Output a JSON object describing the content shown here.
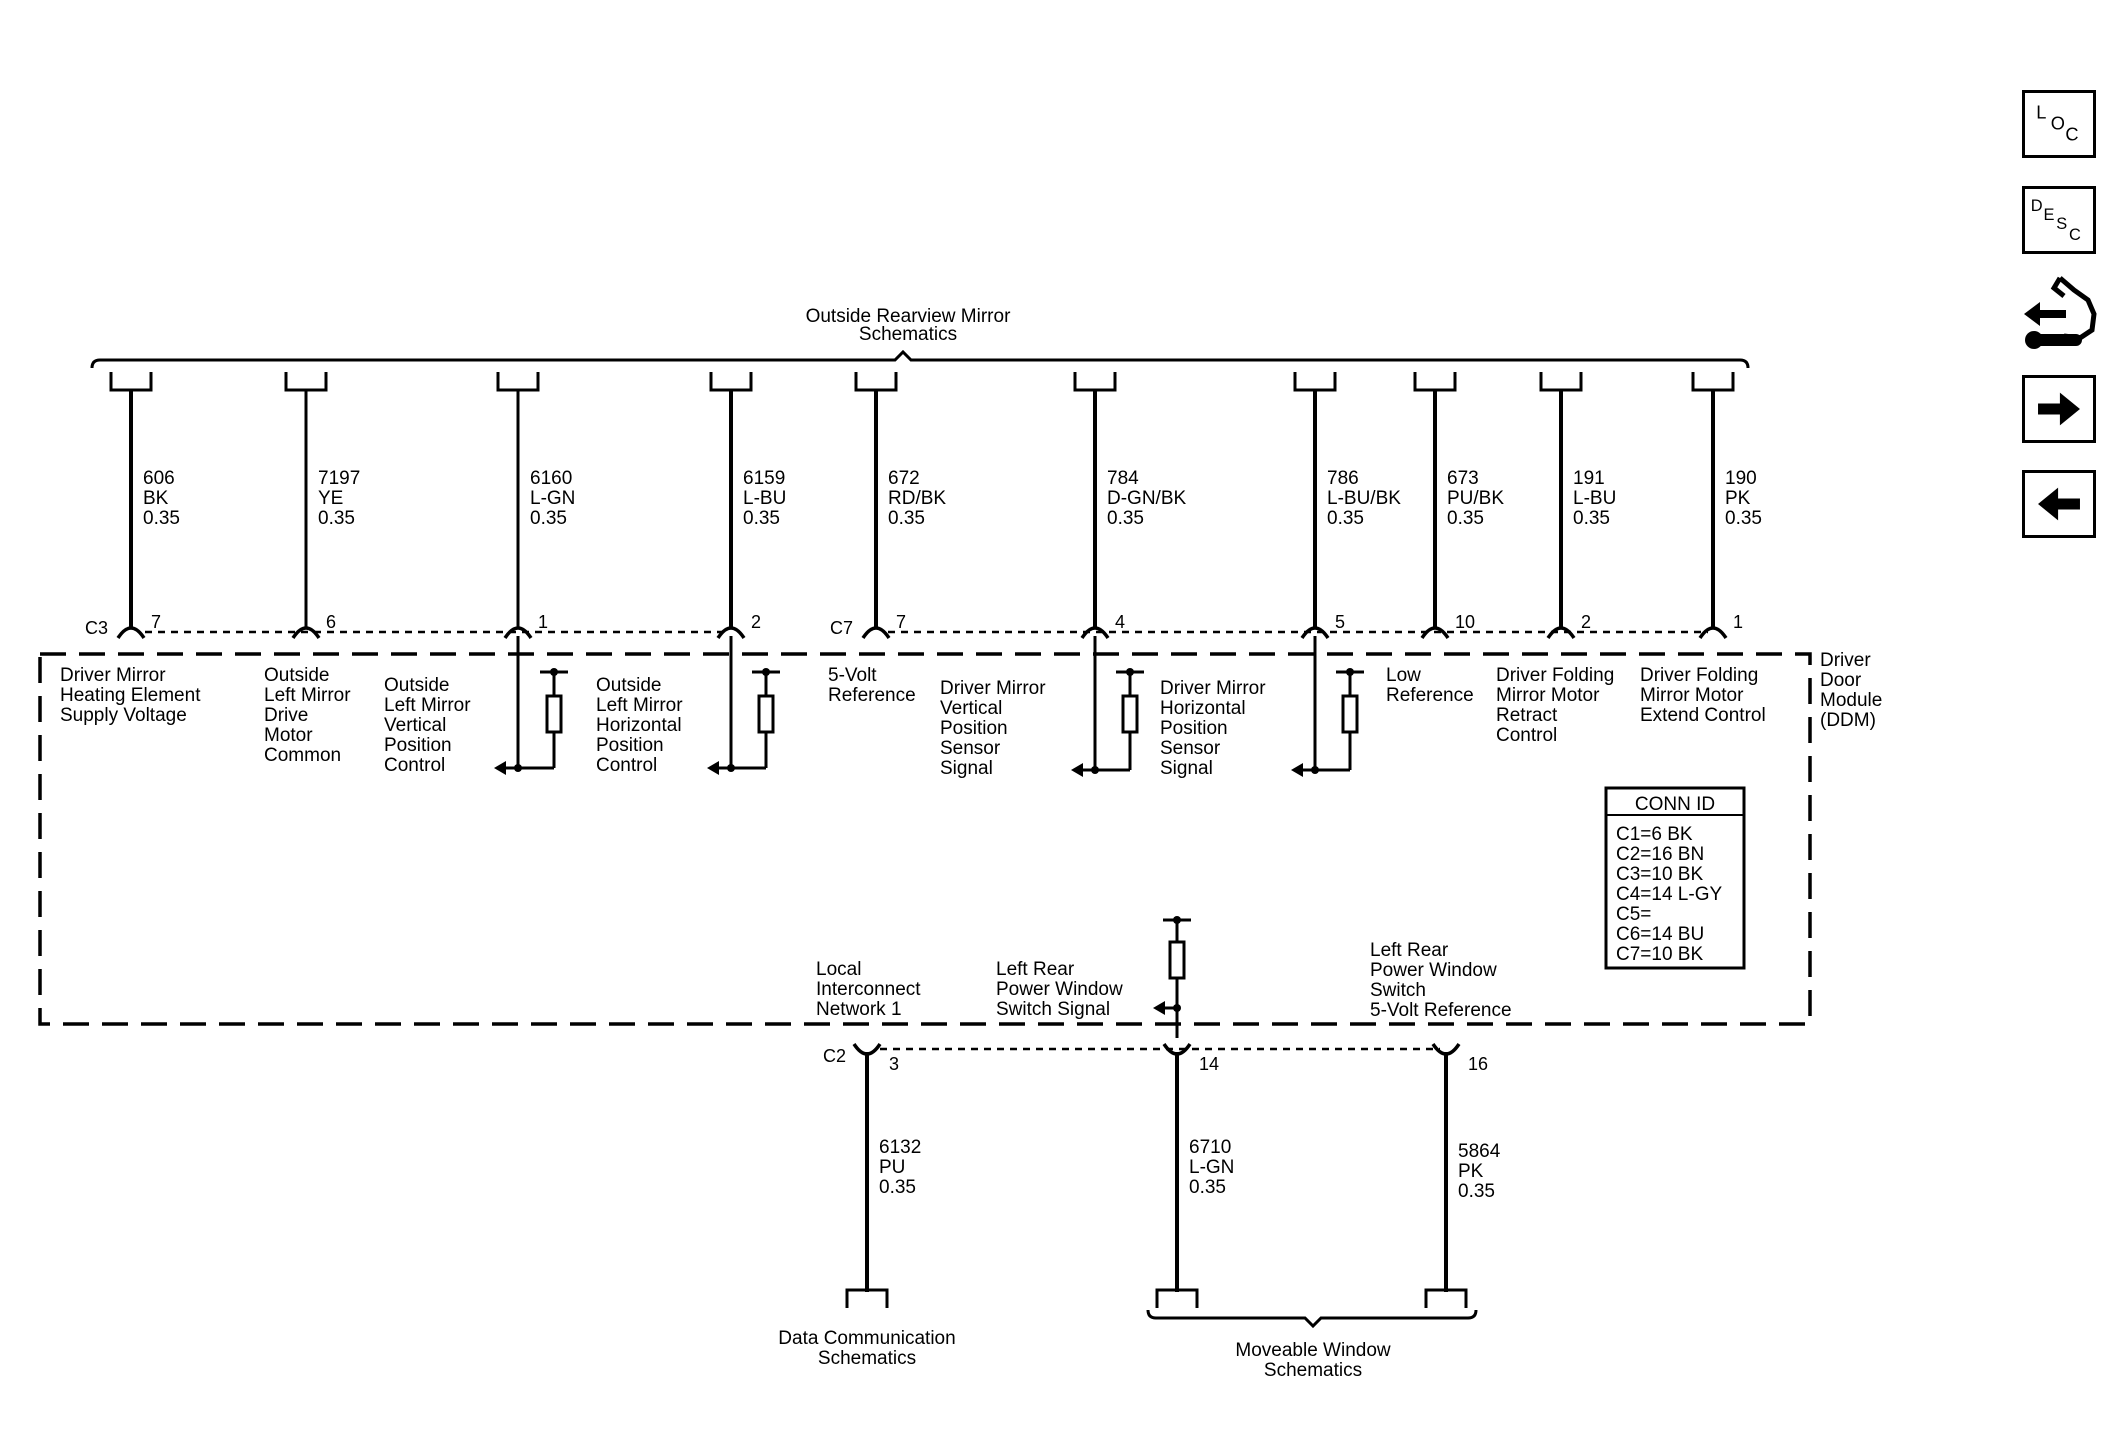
{
  "top_group": {
    "line1": "Outside Rearview Mirror",
    "line2": "Schematics"
  },
  "ddm": {
    "lines": [
      "Driver",
      "Door",
      "Module",
      "(DDM)"
    ]
  },
  "top_wires": [
    {
      "circuit": "606",
      "color": "BK",
      "gauge": "0.35",
      "pin": "7",
      "conn": "C3",
      "func": [
        "Driver Mirror",
        "Heating Element",
        "Supply Voltage"
      ]
    },
    {
      "circuit": "7197",
      "color": "YE",
      "gauge": "0.35",
      "pin": "6",
      "conn": "",
      "func": [
        "Outside",
        "Left Mirror",
        "Drive",
        "Motor",
        "Common"
      ]
    },
    {
      "circuit": "6160",
      "color": "L-GN",
      "gauge": "0.35",
      "pin": "1",
      "conn": "",
      "func": [
        "Outside",
        "Left Mirror",
        "Vertical",
        "Position",
        "Control"
      ]
    },
    {
      "circuit": "6159",
      "color": "L-BU",
      "gauge": "0.35",
      "pin": "2",
      "conn": "",
      "func": [
        "Outside",
        "Left Mirror",
        "Horizontal",
        "Position",
        "Control"
      ]
    },
    {
      "circuit": "672",
      "color": "RD/BK",
      "gauge": "0.35",
      "pin": "7",
      "conn": "C7",
      "func": [
        "5-Volt",
        "Reference"
      ]
    },
    {
      "circuit": "784",
      "color": "D-GN/BK",
      "gauge": "0.35",
      "pin": "4",
      "conn": "",
      "func": [
        "Driver Mirror",
        "Vertical",
        "Position",
        "Sensor",
        "Signal"
      ]
    },
    {
      "circuit": "786",
      "color": "L-BU/BK",
      "gauge": "0.35",
      "pin": "5",
      "conn": "",
      "func": [
        "Driver Mirror",
        "Horizontal",
        "Position",
        "Sensor",
        "Signal"
      ]
    },
    {
      "circuit": "673",
      "color": "PU/BK",
      "gauge": "0.35",
      "pin": "10",
      "conn": "",
      "func": [
        "Low",
        "Reference"
      ]
    },
    {
      "circuit": "191",
      "color": "L-BU",
      "gauge": "0.35",
      "pin": "2",
      "conn": "",
      "func": [
        "Driver Folding",
        "Mirror Motor",
        "Retract",
        "Control"
      ]
    },
    {
      "circuit": "190",
      "color": "PK",
      "gauge": "0.35",
      "pin": "1",
      "conn": "",
      "func": [
        "Driver Folding",
        "Mirror Motor",
        "Extend Control"
      ]
    }
  ],
  "bottom_wires": [
    {
      "circuit": "6132",
      "color": "PU",
      "gauge": "0.35",
      "pin": "3",
      "conn": "C2",
      "func": [
        "Local",
        "Interconnect",
        "Network 1"
      ]
    },
    {
      "circuit": "6710",
      "color": "L-GN",
      "gauge": "0.35",
      "pin": "14",
      "conn": "",
      "func": [
        "Left Rear",
        "Power Window",
        "Switch Signal"
      ]
    },
    {
      "circuit": "5864",
      "color": "PK",
      "gauge": "0.35",
      "pin": "16",
      "conn": "",
      "func": [
        "Left Rear",
        "Power Window",
        "Switch",
        "5-Volt Reference"
      ]
    }
  ],
  "bottom_groups": [
    {
      "line1": "Data Communication",
      "line2": "Schematics"
    },
    {
      "line1": "Moveable Window",
      "line2": "Schematics"
    }
  ],
  "conn_id": {
    "title": "CONN ID",
    "rows": [
      "C1=6 BK",
      "C2=16 BN",
      "C3=10 BK",
      "C4=14 L-GY",
      "C5=",
      "C6=14 BU",
      "C7=10 BK"
    ]
  },
  "nav": {
    "loc": {
      "l": "L",
      "o": "O",
      "c": "C"
    },
    "desc": {
      "d": "D",
      "e": "E",
      "s": "S",
      "c": "C"
    },
    "icons": [
      "connector-view-icon",
      "next-arrow-icon",
      "previous-arrow-icon"
    ]
  }
}
